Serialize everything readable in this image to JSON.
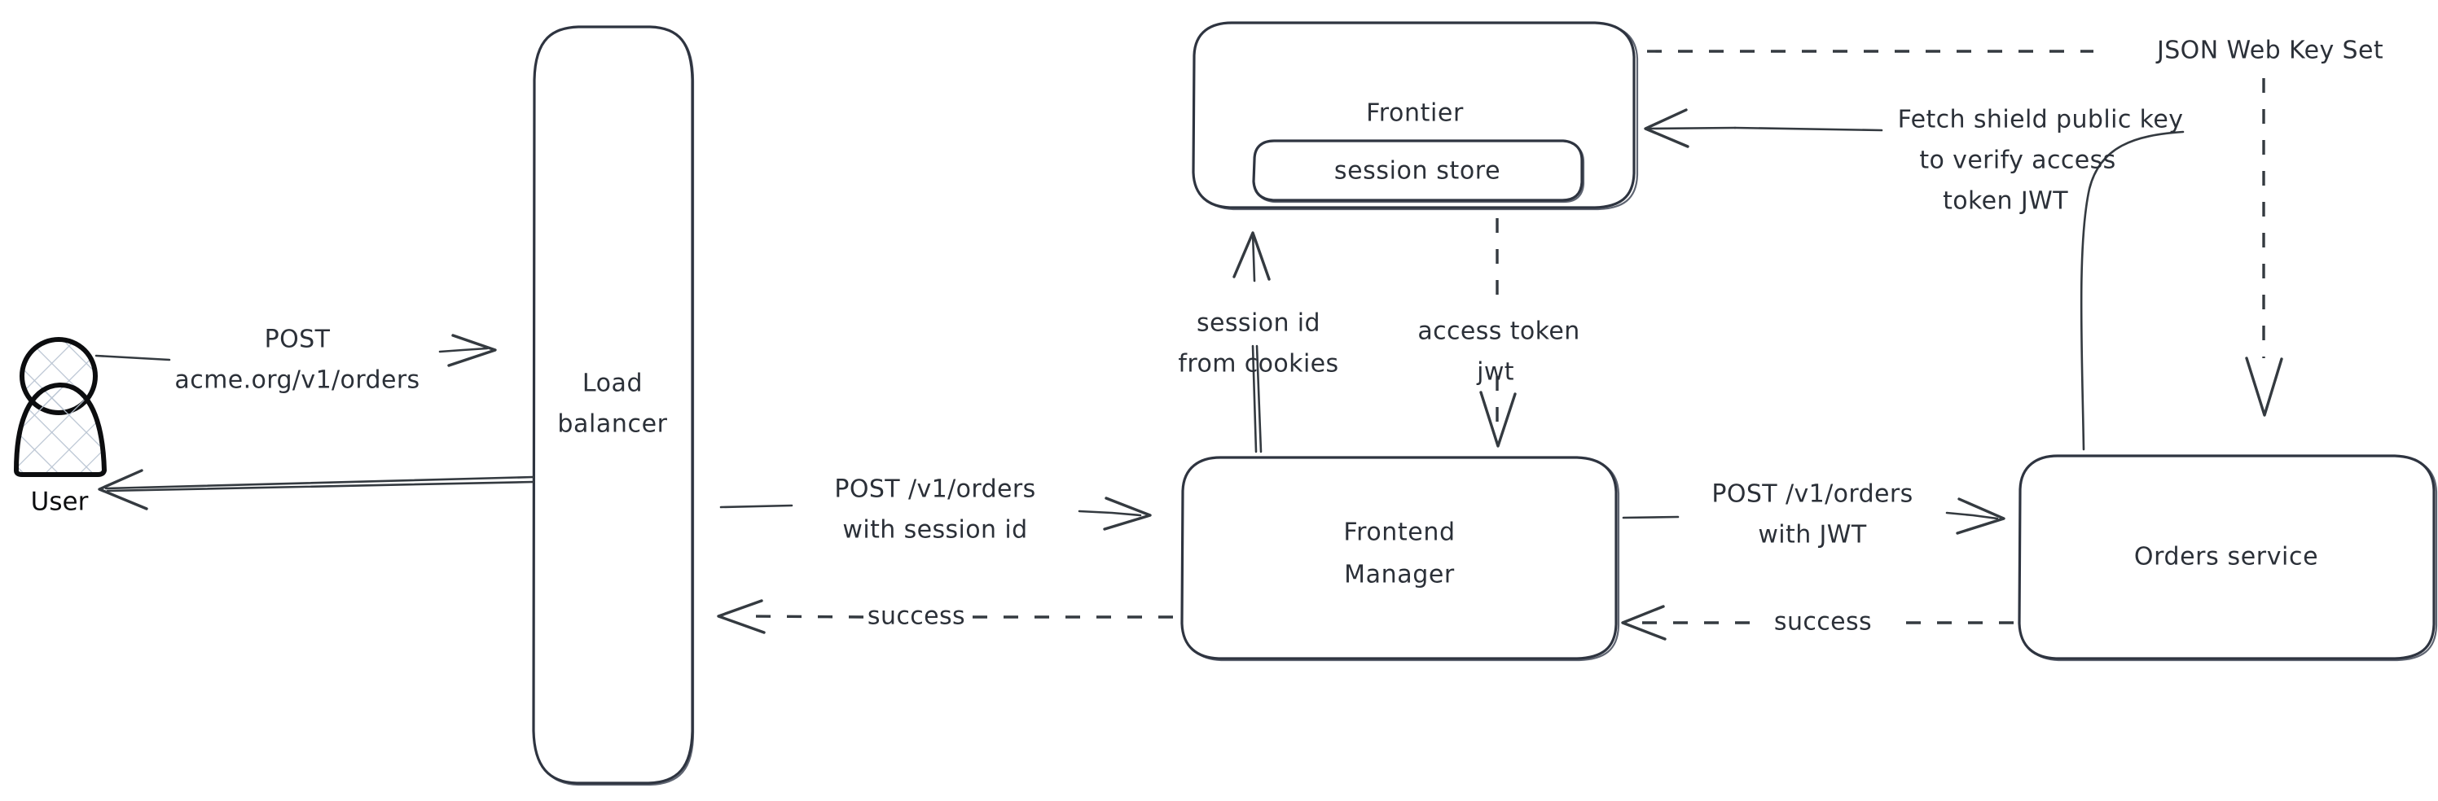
{
  "diagram": {
    "title": "Request flow through load balancer, Frontier session store, Frontend Manager and Orders service",
    "stroke_color": "#343a40",
    "node_stroke_color": "#2e3440",
    "background_color": "#ffffff",
    "hatch_color": "#b9c4d2"
  },
  "nodes": {
    "user": {
      "label": "User",
      "icon": "user-person-icon"
    },
    "load_balancer": {
      "label_line1": "Load",
      "label_line2": "balancer"
    },
    "frontier": {
      "label": "Frontier"
    },
    "session_store": {
      "label": "session store"
    },
    "frontend_manager": {
      "label_line1": "Frontend",
      "label_line2": "Manager"
    },
    "orders_service": {
      "label": "Orders service"
    }
  },
  "edges": {
    "user_to_lb": {
      "label_line1": "POST",
      "label_line2": "acme.org/v1/orders",
      "style": "solid",
      "direction": "right"
    },
    "lb_to_user": {
      "label": "",
      "style": "solid",
      "direction": "left"
    },
    "lb_to_fm": {
      "label_line1": "POST /v1/orders",
      "label_line2": "with session id",
      "style": "solid",
      "direction": "right"
    },
    "fm_to_lb": {
      "label": "success",
      "style": "dashed",
      "direction": "left"
    },
    "fm_to_frontier": {
      "label_line1": "session id",
      "label_line2": "from cookies",
      "style": "solid",
      "direction": "up"
    },
    "frontier_to_fm": {
      "label_line1": "access token",
      "label_line2": "jwt",
      "style": "dashed",
      "direction": "down"
    },
    "fm_to_orders": {
      "label_line1": "POST /v1/orders",
      "label_line2": "with JWT",
      "style": "solid",
      "direction": "right"
    },
    "orders_to_fm": {
      "label": "success",
      "style": "dashed",
      "direction": "left"
    },
    "orders_to_frontier": {
      "label_line1": "Fetch shield public key",
      "label_line2": "to verify access",
      "label_line3": "token JWT",
      "style": "solid",
      "direction": "left"
    },
    "jwks_to_orders": {
      "label": "JSON Web Key Set",
      "style": "dashed",
      "direction": "down"
    }
  }
}
